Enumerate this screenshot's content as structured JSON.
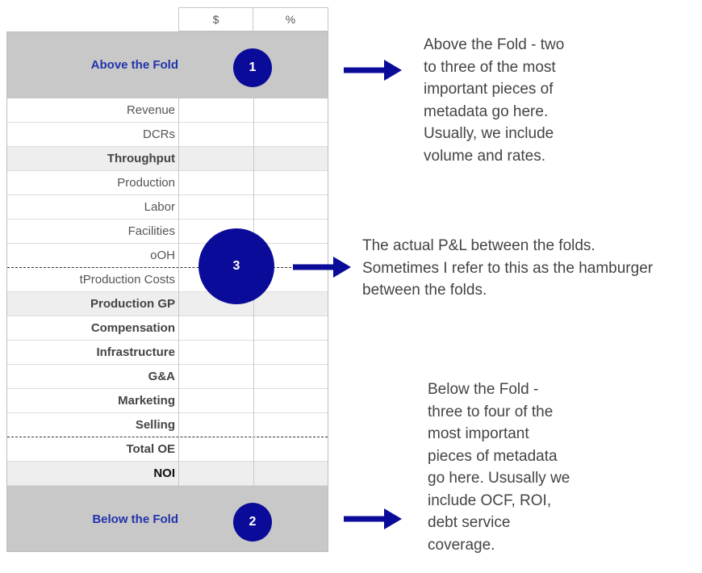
{
  "header": {
    "col1": "$",
    "col2": "%"
  },
  "folds": {
    "above": {
      "label": "Above the Fold",
      "marker": "1"
    },
    "below": {
      "label": "Below the Fold",
      "marker": "2"
    }
  },
  "middle_marker": "3",
  "rows": [
    {
      "label": "Revenue"
    },
    {
      "label": "DCRs"
    },
    {
      "label": "Throughput"
    },
    {
      "label": "Production"
    },
    {
      "label": "Labor"
    },
    {
      "label": "Facilities"
    },
    {
      "label": "oOH"
    },
    {
      "label": "tProduction Costs"
    },
    {
      "label": "Production GP"
    },
    {
      "label": "Compensation"
    },
    {
      "label": "Infrastructure"
    },
    {
      "label": "G&A"
    },
    {
      "label": "Marketing"
    },
    {
      "label": "Selling"
    },
    {
      "label": "Total OE"
    },
    {
      "label": "NOI"
    }
  ],
  "annotations": {
    "above": [
      "Above the Fold - two",
      "to three of the most",
      "important pieces of",
      "metadata go here.",
      "Usually, we include",
      "volume and rates."
    ],
    "middle": [
      "The actual P&L between the folds.",
      "Sometimes I refer to this as the hamburger",
      "between the folds."
    ],
    "below": [
      "Below the Fold -",
      "three to four of the",
      "most important",
      "pieces of metadata",
      "go here. Ususally we",
      "include OCF, ROI,",
      "debt service",
      "coverage."
    ]
  },
  "colors": {
    "accent": "#0b0b99",
    "fold_gray": "#c8c8c8",
    "fold_label": "#2233aa"
  }
}
